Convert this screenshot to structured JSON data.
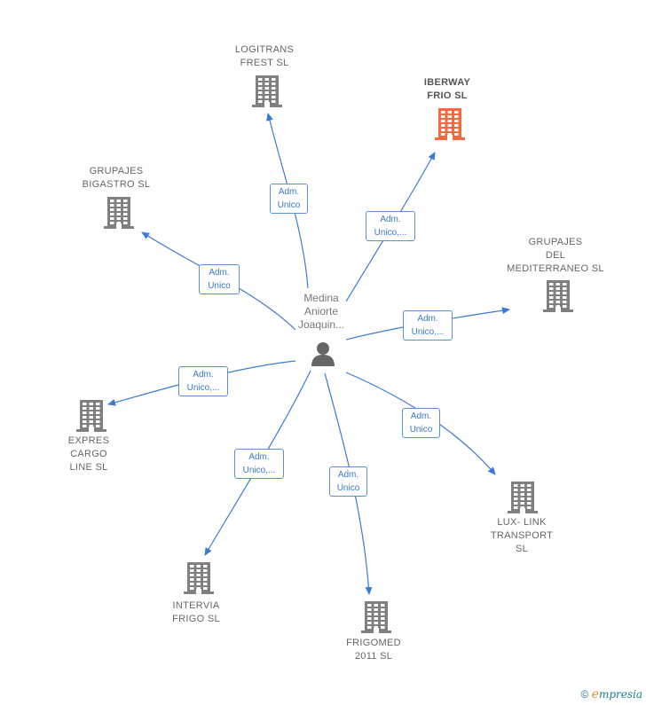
{
  "center": {
    "name": "Medina\nAniorte\nJoaquin..."
  },
  "companies": [
    {
      "id": "logitrans",
      "name": "LOGITRANS\nFREST  SL",
      "role": "Adm.\nUnico",
      "highlight": false
    },
    {
      "id": "iberway",
      "name": "IBERWAY\nFRIO  SL",
      "role": "Adm.\nUnico,...",
      "highlight": true
    },
    {
      "id": "grupajes-bigastro",
      "name": "GRUPAJES\nBIGASTRO  SL",
      "role": "Adm.\nUnico",
      "highlight": false
    },
    {
      "id": "grupajes-mediterraneo",
      "name": "GRUPAJES\nDEL\nMEDITERRANEO SL",
      "role": "Adm.\nUnico,...",
      "highlight": false
    },
    {
      "id": "expres-cargo",
      "name": "EXPRES\nCARGO\nLINE  SL",
      "role": "Adm.\nUnico,...",
      "highlight": false
    },
    {
      "id": "lux-link",
      "name": "LUX- LINK\nTRANSPORT\nSL",
      "role": "Adm.\nUnico",
      "highlight": false
    },
    {
      "id": "intervia",
      "name": "INTERVIA\nFRIGO  SL",
      "role": "Adm.\nUnico,...",
      "highlight": false
    },
    {
      "id": "frigomed",
      "name": "FRIGOMED\n2011 SL",
      "role": "Adm.\nUnico",
      "highlight": false
    }
  ],
  "colors": {
    "edge": "#3a7bd5",
    "building": "#7f7f7f",
    "building_highlight": "#f26a3d",
    "person": "#666666"
  },
  "footer": {
    "copyright": "©",
    "brand_first": "e",
    "brand_rest": "mpresia"
  }
}
